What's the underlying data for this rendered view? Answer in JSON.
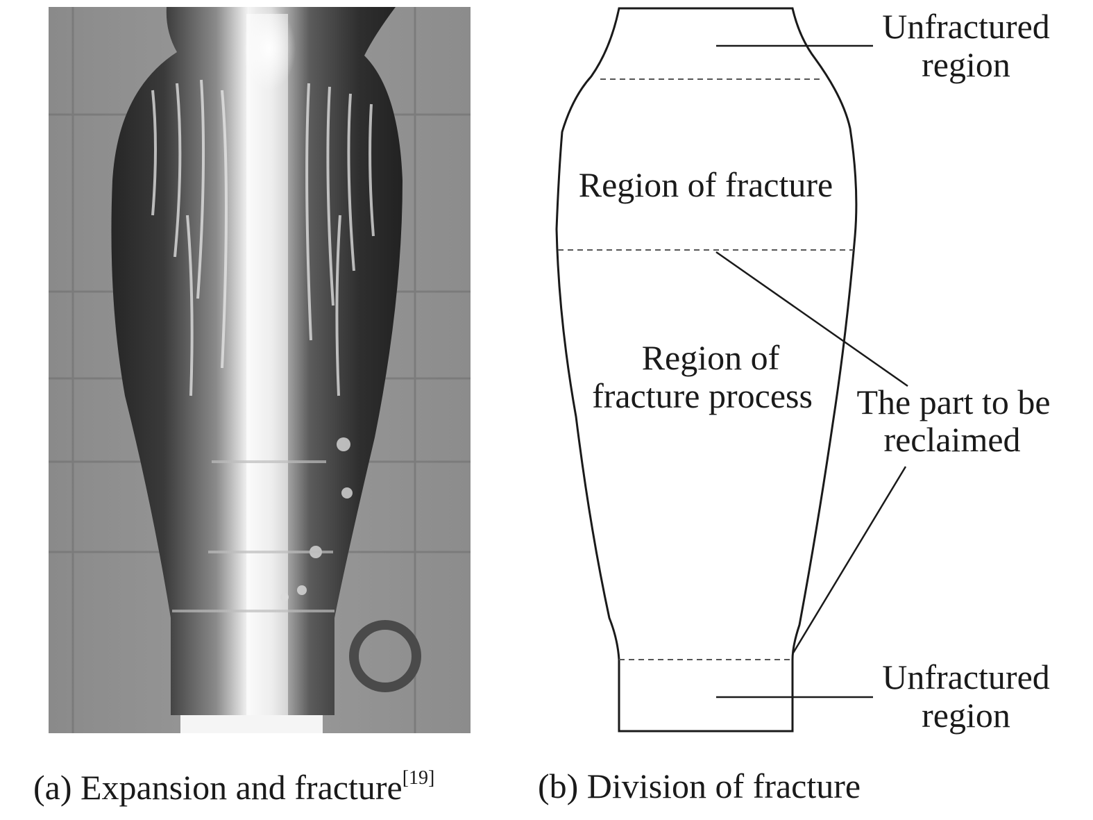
{
  "panel_a": {
    "caption_prefix": "(a) Expansion and fracture",
    "caption_ref": "[19]"
  },
  "panel_b": {
    "caption": "(b) Division of fracture",
    "labels": {
      "unfractured_top_line1": "Unfractured",
      "unfractured_top_line2": "region",
      "region_of_fracture": "Region of fracture",
      "fracture_process_line1": "Region of",
      "fracture_process_line2": "fracture process",
      "reclaimed_line1": "The part to be",
      "reclaimed_line2": "reclaimed",
      "unfractured_bottom_line1": "Unfractured",
      "unfractured_bottom_line2": "region"
    }
  },
  "colors": {
    "outline": "#1a1a1a",
    "photo_background": "#8f8f8f",
    "photo_grid": "#6e6e6e",
    "shell_dark": "#2e2e2e",
    "shell_highlight": "#f2f2f2"
  }
}
